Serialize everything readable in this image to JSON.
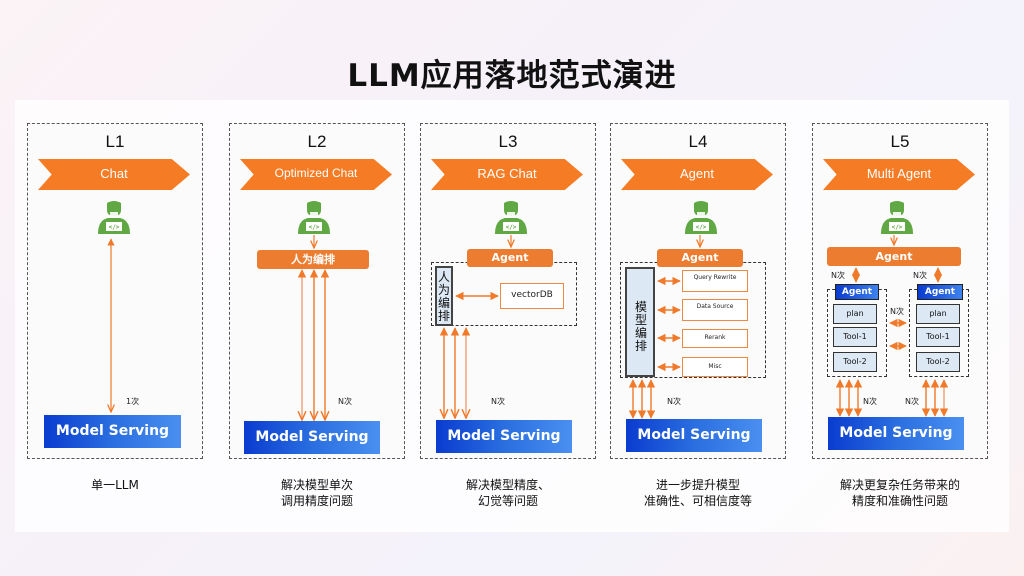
{
  "title": "LLM应用落地范式演进",
  "colors": {
    "orange": "#f57c25",
    "orange_box": "#ec7c30",
    "blue": "#1a55d8",
    "green": "#5fa843",
    "light_blue": "#dde8f5"
  },
  "icons": {
    "user": "developer-user-icon"
  },
  "model_serving": "Model Serving",
  "levels": [
    {
      "level": "L1",
      "banner": "Chat",
      "calls": "1次",
      "description": [
        "单一LLM",
        ""
      ]
    },
    {
      "level": "L2",
      "banner": "Optimized Chat",
      "orchestrator": "人为编排",
      "calls": "N次",
      "description": [
        "解决模型单次",
        "调用精度问题"
      ]
    },
    {
      "level": "L3",
      "banner": "RAG Chat",
      "agent": "Agent",
      "orchestrator": "人为编排",
      "component": "vectorDB",
      "calls": "N次",
      "description": [
        "解决模型精度、",
        "幻觉等问题"
      ]
    },
    {
      "level": "L4",
      "banner": "Agent",
      "agent": "Agent",
      "orchestrator": "模型编排",
      "components": [
        "Query Rewrite",
        "Data Source",
        "Rerank",
        "Misc"
      ],
      "calls": "N次",
      "description": [
        "进一步提升模型",
        "准确性、可相信度等"
      ]
    },
    {
      "level": "L5",
      "banner": "Multi Agent",
      "agent": "Agent",
      "sub_agents": [
        {
          "label": "Agent",
          "items": [
            "plan",
            "Tool-1",
            "Tool-2"
          ],
          "calls_up": "N次",
          "calls_down": "N次"
        },
        {
          "label": "Agent",
          "items": [
            "plan",
            "Tool-1",
            "Tool-2"
          ],
          "calls_up": "N次",
          "calls_down": "N次"
        }
      ],
      "inter_agent_calls": "N次",
      "description": [
        "解决更复杂任务带来的",
        "精度和准确性问题"
      ]
    }
  ]
}
